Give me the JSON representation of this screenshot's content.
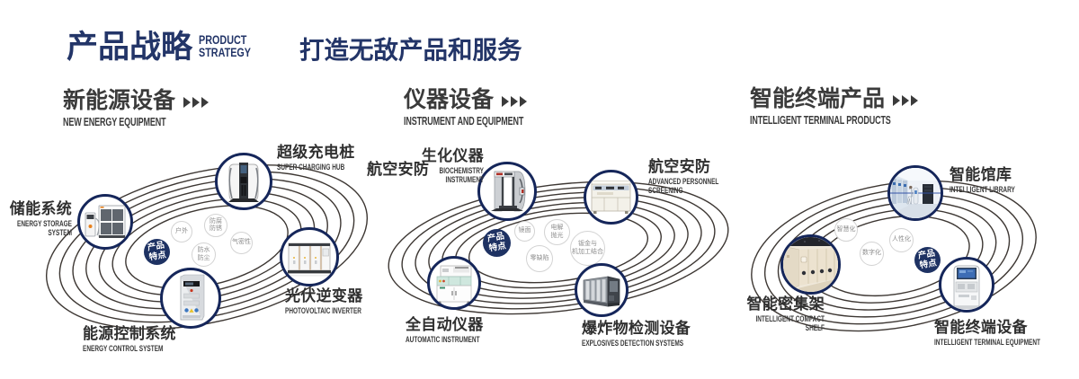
{
  "header": {
    "title": "产品战略",
    "subtitle_en": "PRODUCT\nSTRATEGY",
    "slogan": "打造无敌产品和服务"
  },
  "icons": {
    "section_arrow": "triple-right-chevrons"
  },
  "colors": {
    "navy_text": "#233568",
    "circle_border_navy": "#15265a",
    "badge_navy": "#1e3263",
    "section_text": "#3b3b3b",
    "ring_line": "#3d3733",
    "bubble_border": "#d3d3d3",
    "bubble_text": "#8f8f8f",
    "background": "#ffffff"
  },
  "sections": [
    {
      "title": "新能源设备",
      "title_en": "NEW ENERGY EQUIPMENT",
      "feature_badge": "产品\n特点",
      "features": [
        "户外",
        "防腐\n防锈",
        "气密性",
        "防水\n防尘"
      ],
      "products": [
        {
          "name": "储能系统",
          "name_en": "ENERGY STORAGE\nSYSTEM",
          "icon": "energy-storage-cabinet"
        },
        {
          "name": "超级充电桩",
          "name_en": "SUPER CHARGING HUB",
          "icon": "ev-charging-pile"
        },
        {
          "name": "光伏逆变器",
          "name_en": "PHOTOVOLTAIC INVERTER",
          "icon": "pv-inverter-cabinet"
        },
        {
          "name": "能源控制系统",
          "name_en": "ENERGY CONTROL SYSTEM",
          "icon": "control-cabinet"
        }
      ]
    },
    {
      "title": "仪器设备",
      "title_en": "INSTRUMENT AND EQUIPMENT",
      "feature_badge": "产品\n特点",
      "features": [
        "镜面",
        "电解\n抛光",
        "零缺陷",
        "钣金与\n机加工结合"
      ],
      "stray_label": "航空安防",
      "products": [
        {
          "name": "生化仪器",
          "name_en": "BIOCHEMISTRY\nINSTRUMENT",
          "icon": "security-gate"
        },
        {
          "name": "航空安防",
          "name_en": "ADVANCED PERSONNEL\nSCREENING",
          "icon": "screening-analyzer"
        },
        {
          "name": "全自动仪器",
          "name_en": "AUTOMATIC INSTRUMENT",
          "icon": "automatic-analyzer"
        },
        {
          "name": "爆炸物检测设备",
          "name_en": "EXPLOSIVES DETECTION SYSTEMS",
          "icon": "explosives-scanner"
        }
      ]
    },
    {
      "title": "智能终端产品",
      "title_en": "INTELLIGENT TERMINAL PRODUCTS",
      "feature_badge": "产品\n特点",
      "features": [
        "智慧化",
        "数字化",
        "人性化"
      ],
      "products": [
        {
          "name": "智能馆库",
          "name_en": "INTELLIGENT LIBRARY",
          "icon": "smart-library-room"
        },
        {
          "name": "智能密集架",
          "name_en": "INTELLIGENT COMPACT\nSHELF",
          "icon": "compact-shelving"
        },
        {
          "name": "智能终端设备",
          "name_en": "INTELLIGENT TERMINAL EQUIPMENT",
          "icon": "terminal-kiosk"
        }
      ]
    }
  ]
}
